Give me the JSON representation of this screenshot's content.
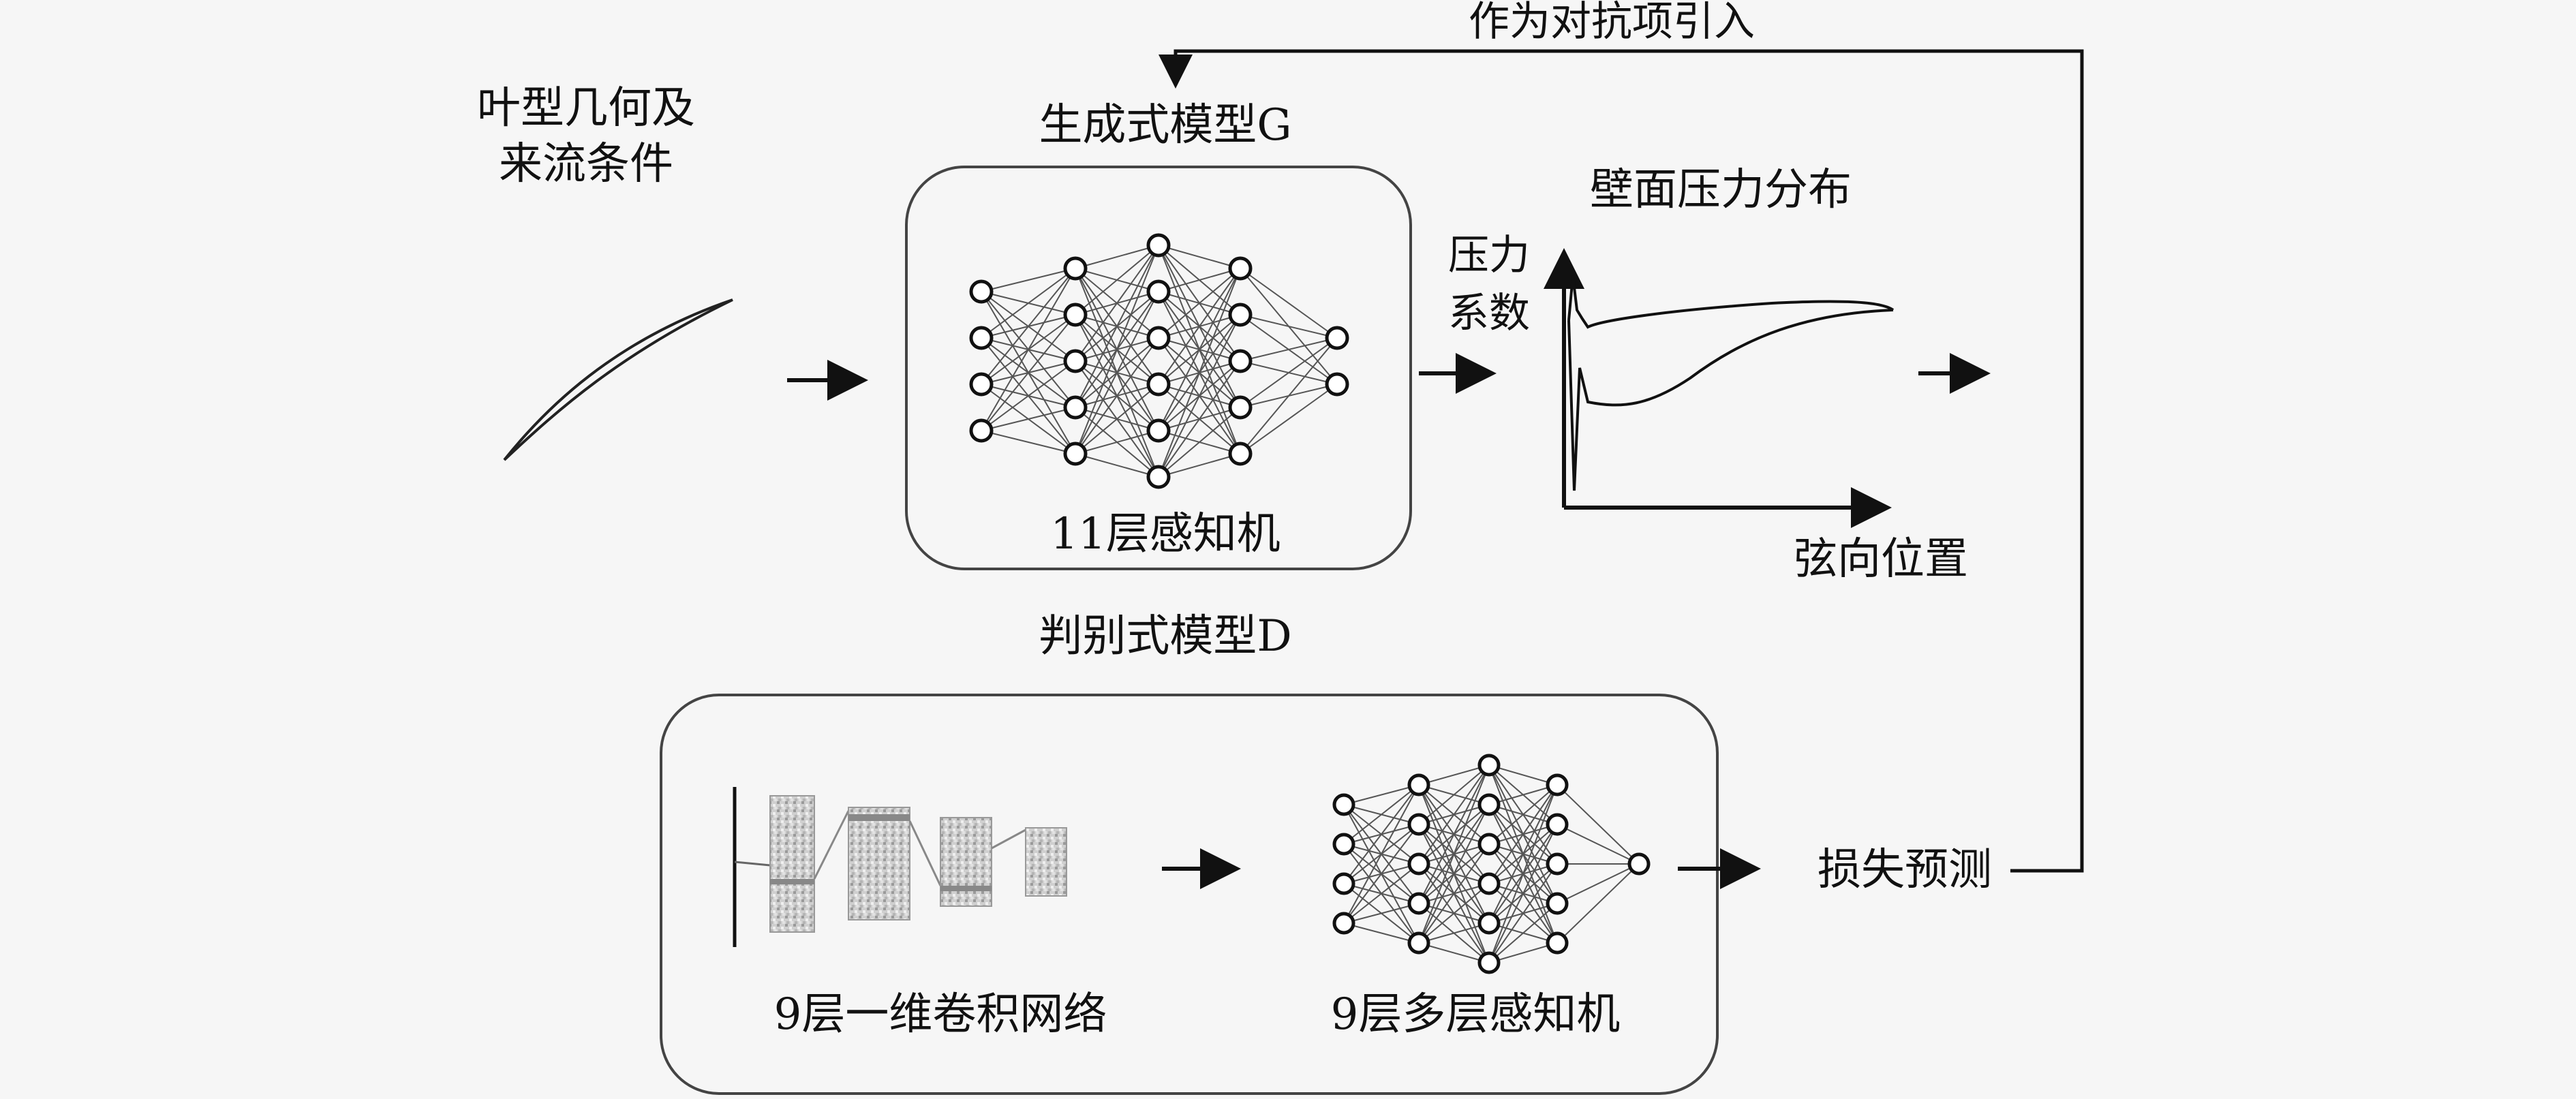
{
  "input": {
    "line1": "叶型几何及",
    "line2": "来流条件"
  },
  "generator": {
    "title": "生成式模型G",
    "caption": "11层感知机"
  },
  "output": {
    "title": "壁面压力分布",
    "y_label_line1": "压力",
    "y_label_line2": "系数",
    "x_label": "弦向位置"
  },
  "feedback": {
    "label": "作为对抗项引入"
  },
  "discriminator": {
    "title": "判别式模型D",
    "cnn_caption": "9层一维卷积网络",
    "mlp_caption": "9层多层感知机"
  },
  "loss": {
    "label": "损失预测"
  },
  "generator_network": {
    "layers": [
      4,
      5,
      6,
      5,
      2
    ]
  },
  "discriminator_network": {
    "layers": [
      4,
      5,
      6,
      5,
      1
    ]
  }
}
